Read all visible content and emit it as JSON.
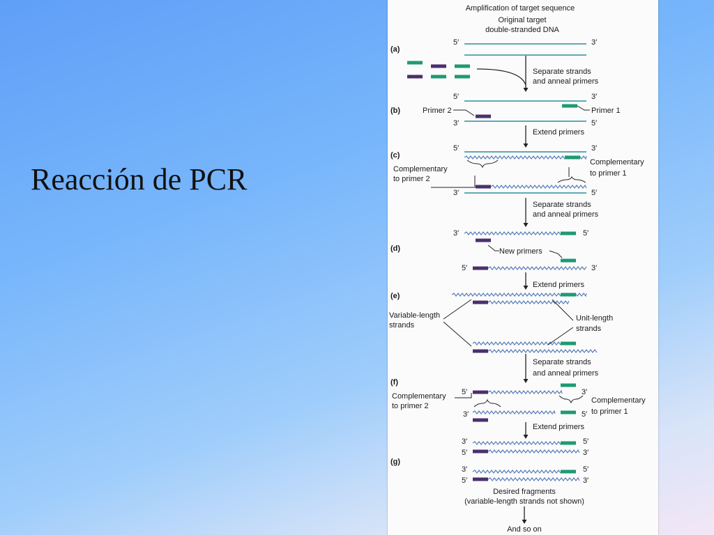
{
  "slide": {
    "title": "Reacción de PCR"
  },
  "figure": {
    "title": "Amplification of target sequence",
    "original_line1": "Original target",
    "original_line2": "double-stranded DNA",
    "steps": {
      "a": "(a)",
      "b": "(b)",
      "c": "(c)",
      "d": "(d)",
      "e": "(e)",
      "f": "(f)",
      "g": "(g)"
    },
    "ends": {
      "five": "5′",
      "three": "3′"
    },
    "actions": {
      "separate_line1": "Separate strands",
      "separate_line2": "and anneal primers",
      "extend": "Extend primers"
    },
    "primer1": "Primer 1",
    "primer2": "Primer 2",
    "comp1_line1": "Complementary",
    "comp1_line2": "to primer 1",
    "comp2_line1": "Complementary",
    "comp2_line2": "to primer 2",
    "new_primers": "New primers",
    "variable_line1": "Variable-length",
    "variable_line2": "strands",
    "unit_line1": "Unit-length",
    "unit_line2": "strands",
    "desired": "Desired fragments",
    "desired_note": "(variable-length strands not shown)",
    "and_so_on": "And so on"
  },
  "colors": {
    "primer1": "#1e9a72",
    "primer2": "#4b2f6e",
    "dna_line": "#2a8f9a",
    "wavy": "#5a7fb8",
    "text": "#1a1a1a"
  }
}
